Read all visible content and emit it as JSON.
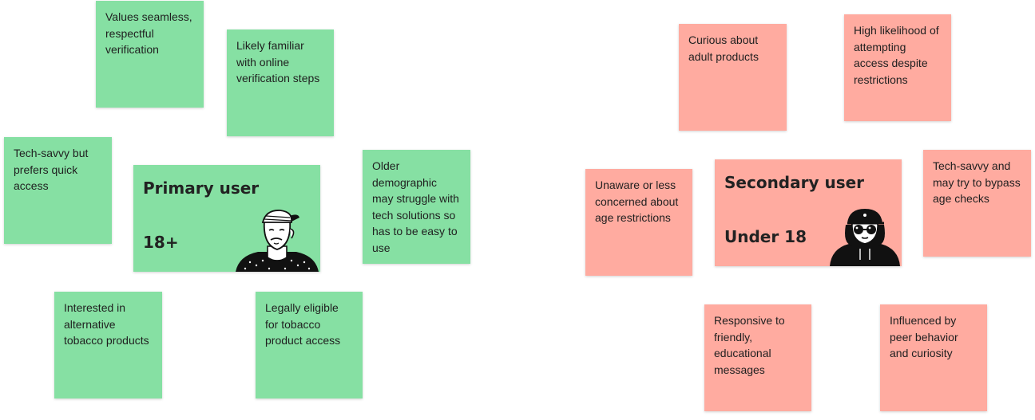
{
  "primary": {
    "title": "Primary user",
    "subtitle": "18+",
    "color": "#86e0a3",
    "illustration": "man-with-cap-icon",
    "notes": [
      "Values seamless, respectful verification",
      "Likely familiar with online verification steps",
      "Tech-savvy but prefers quick access",
      "Older demographic may struggle with tech solutions so has to be easy to use",
      "Interested in alternative tobacco products",
      "Legally eligible for tobacco product access"
    ]
  },
  "secondary": {
    "title": "Secondary user",
    "subtitle": "Under 18",
    "color": "#ffaba0",
    "illustration": "teen-with-sunglasses-icon",
    "notes": [
      "Curious about adult products",
      "High likelihood of attempting access despite restrictions",
      "Unaware or less concerned about age restrictions",
      "Tech-savvy and may try to bypass age checks",
      "Responsive to friendly, educational messages",
      "Influenced by peer behavior and curiosity"
    ]
  }
}
